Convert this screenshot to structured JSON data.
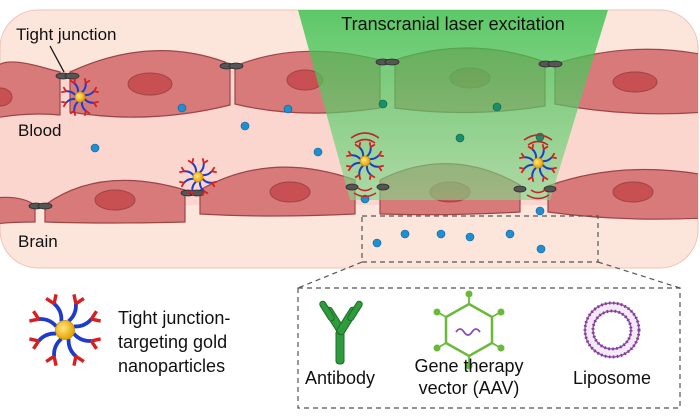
{
  "labels": {
    "tight_junction": "Tight junction",
    "laser": "Transcranial laser excitation",
    "blood": "Blood",
    "brain": "Brain"
  },
  "legend": {
    "np_line1": "Tight junction-",
    "np_line2": "targeting gold",
    "np_line3": "nanoparticles"
  },
  "cargo": {
    "antibody": "Antibody",
    "aav_line1": "Gene therapy",
    "aav_line2": "vector (AAV)",
    "liposome": "Liposome"
  },
  "colors": {
    "blood_bg": "#fde3da",
    "brain_bg": "#fbe9df",
    "cell_fill": "#d8797a",
    "cell_stroke": "#9b4546",
    "nucleus": "#c95052",
    "laser": "#33c24a",
    "particle_blood": "#1f8fd0",
    "particle_laser": "#1a8f6b",
    "gold": "#f5b800",
    "ligand_blue": "#1f3cc8",
    "ligand_red": "#d62020",
    "antibody": "#2e9b3c",
    "aav": "#6ab93a",
    "liposome": "#9a4fb0"
  }
}
